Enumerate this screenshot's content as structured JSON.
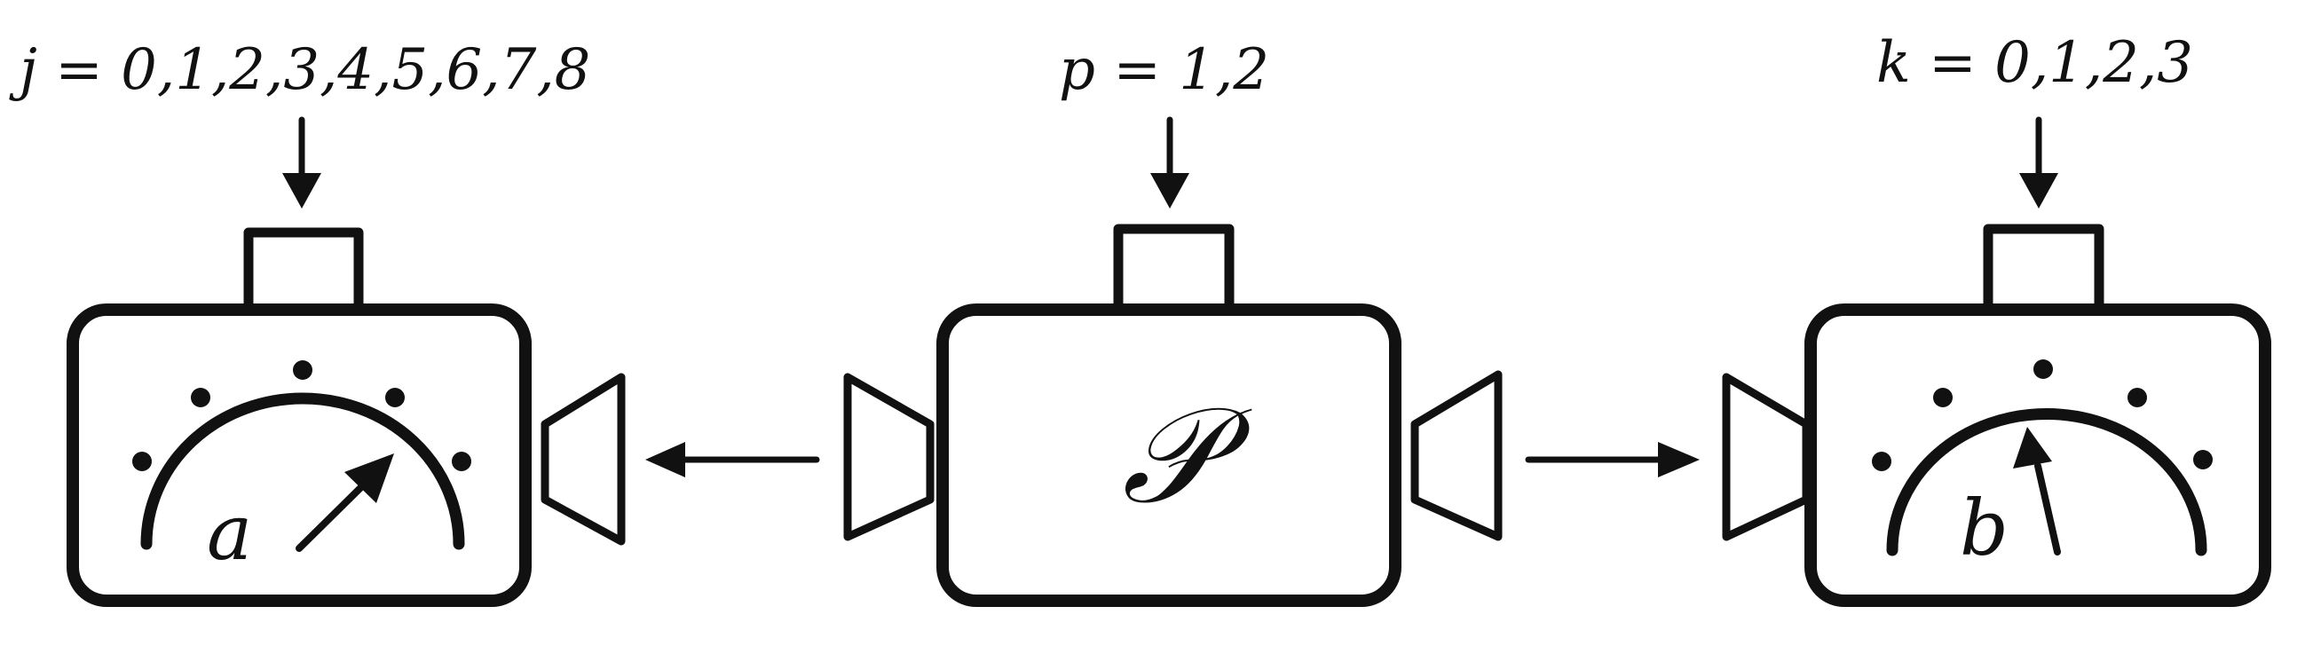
{
  "measurement_a": {
    "setting_label": "j = 0,1,2,3,4,5,6,7,8",
    "outcome_label": "a"
  },
  "source": {
    "setting_label": "p = 1,2",
    "symbol": "𝒫"
  },
  "measurement_b": {
    "setting_label": "k = 0,1,2,3",
    "outcome_label": "b"
  },
  "icons": {
    "measurement_device": "meter-camera-icon",
    "source_device": "source-camera-icon",
    "arrow": "arrow-icon"
  },
  "colors": {
    "ink": "#111111",
    "background": "#ffffff"
  }
}
